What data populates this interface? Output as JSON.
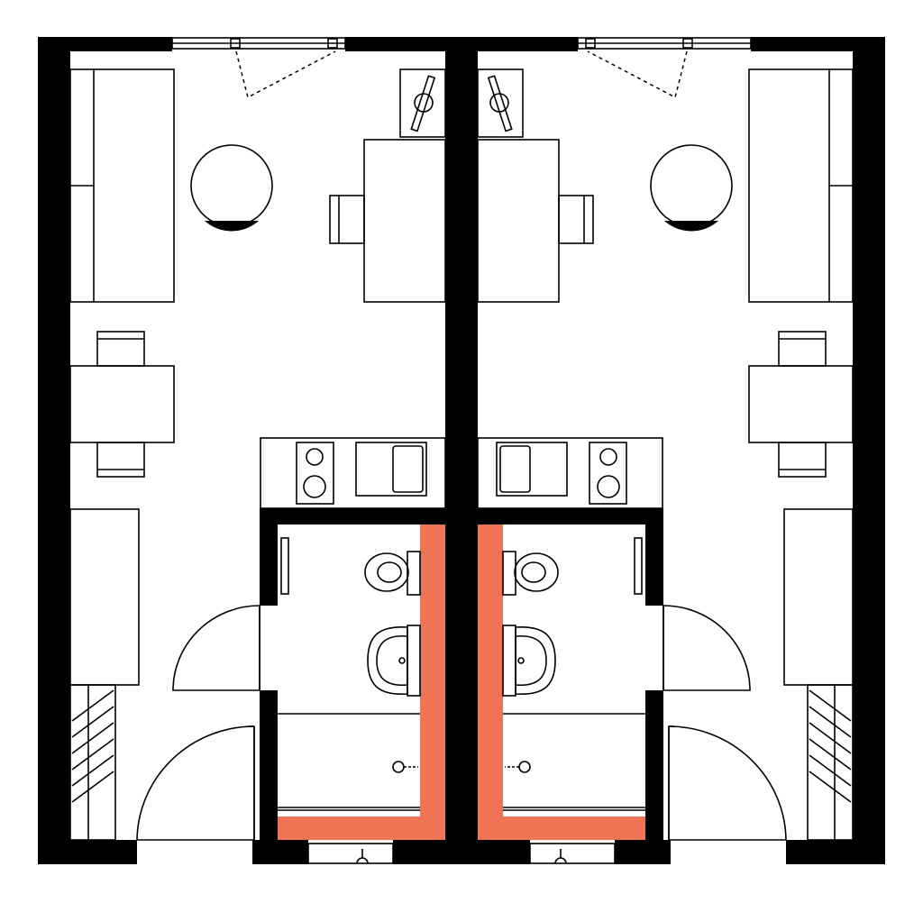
{
  "colors": {
    "wall": "#000000",
    "line": "#000000",
    "background": "#ffffff",
    "accent_wall": "#ee7455"
  },
  "units": [
    {
      "id": "left-unit",
      "mirrored": false
    },
    {
      "id": "right-unit",
      "mirrored": true
    }
  ],
  "fixtures": [
    "wardrobe",
    "round-table",
    "sofa",
    "desk",
    "chair",
    "dining-table",
    "kitchen-counter",
    "hob",
    "sink",
    "bathroom",
    "toilet",
    "washbasin",
    "shower",
    "radiator",
    "window",
    "door"
  ]
}
